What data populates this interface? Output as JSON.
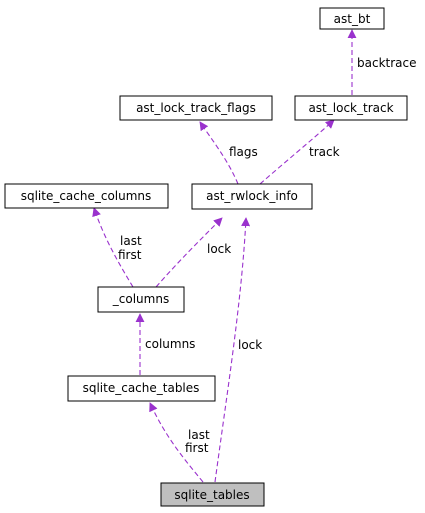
{
  "colors": {
    "edge": "#9a32cd",
    "focus_fill": "#bfbfbf",
    "node_border": "#000000"
  },
  "nodes": {
    "ast_bt": "ast_bt",
    "ast_lock_track_flags": "ast_lock_track_flags",
    "ast_lock_track": "ast_lock_track",
    "sqlite_cache_columns": "sqlite_cache_columns",
    "ast_rwlock_info": "ast_rwlock_info",
    "columns": "_columns",
    "sqlite_cache_tables": "sqlite_cache_tables",
    "sqlite_tables": "sqlite_tables"
  },
  "edges": {
    "backtrace": "backtrace",
    "flags": "flags",
    "track": "track",
    "last_first_columns": [
      "last",
      "first"
    ],
    "lock_columns": "lock",
    "columns": "columns",
    "lock_tables": "lock",
    "last_first_tables": [
      "last",
      "first"
    ]
  }
}
